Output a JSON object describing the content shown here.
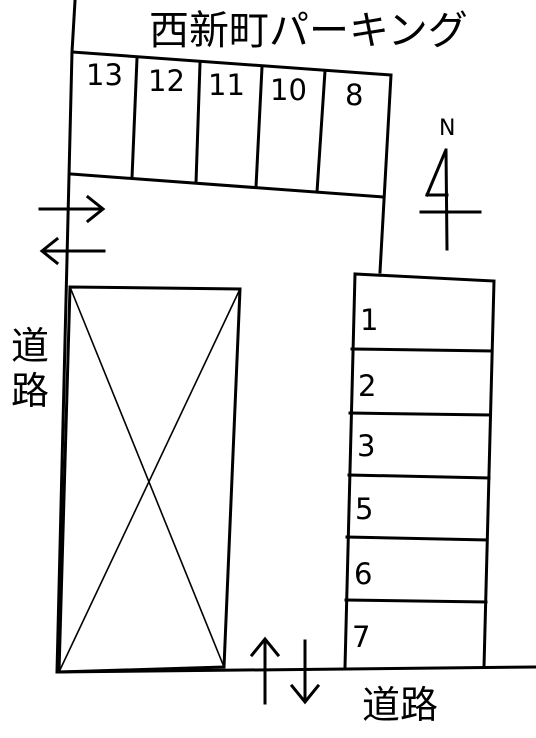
{
  "title": "西新町パーキング",
  "compass_label": "N",
  "road_left_label": "道路",
  "road_bottom_label": "道路",
  "top_row_spaces": [
    "13",
    "12",
    "11",
    "10",
    "8"
  ],
  "right_column_spaces": [
    "1",
    "2",
    "3",
    "5",
    "6",
    "7"
  ]
}
